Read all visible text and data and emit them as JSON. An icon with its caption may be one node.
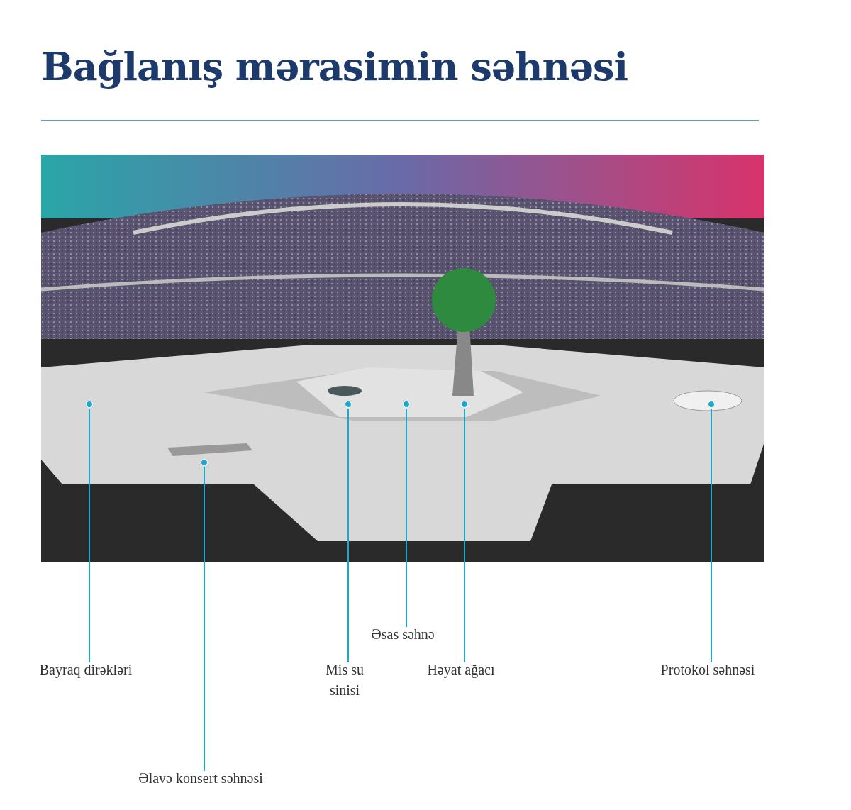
{
  "diagram": {
    "title": "Bağlanış mərasimin səhnəsi",
    "nodes": [
      {
        "text": [],
        "shape": "picture"
      },
      {
        "text": [],
        "shape": "circle",
        "in": 0
      },
      {
        "text": [],
        "shape": "circle",
        "in": 0
      },
      {
        "text": [],
        "shape": "circle",
        "in": 0
      },
      {
        "text": [],
        "shape": "circle",
        "in": 0
      },
      {
        "text": [],
        "shape": "circle",
        "in": 0
      },
      {
        "text": [],
        "shape": "circle",
        "in": 0
      },
      {
        "text": [
          "Əsas səhnə"
        ]
      },
      {
        "text": [
          "Bayraq dirəkləri"
        ]
      },
      {
        "text": [
          "Mis su sinisi"
        ]
      },
      {
        "text": [
          "Həyat ağacı"
        ]
      },
      {
        "text": [
          "Protokol səhnəsi"
        ]
      },
      {
        "text": [
          "Əlavə konsert səhnəsi"
        ]
      }
    ],
    "edges": [
      {
        "from": 7,
        "to": 4,
        "arrow": "none"
      },
      {
        "from": 8,
        "to": 1,
        "arrow": "none"
      },
      {
        "from": 9,
        "to": 3,
        "arrow": "none"
      },
      {
        "from": 10,
        "to": 5,
        "arrow": "none"
      },
      {
        "from": 11,
        "to": 6,
        "arrow": "none"
      },
      {
        "from": 12,
        "to": 2,
        "arrow": "none"
      }
    ]
  }
}
